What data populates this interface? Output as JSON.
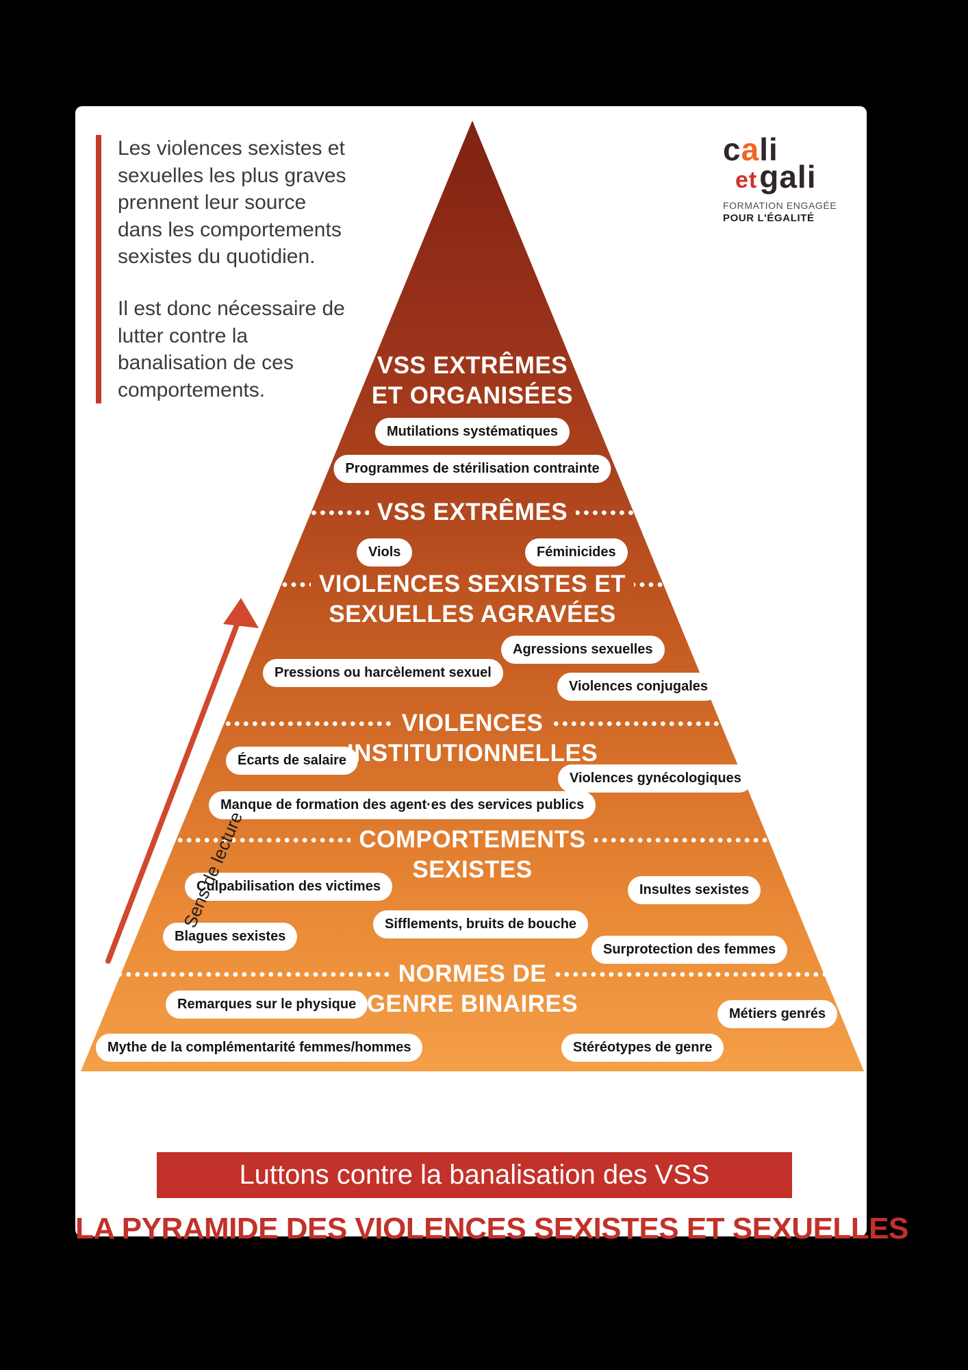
{
  "intro": {
    "paragraph1": "Les violences sexistes et sexuelles les plus graves prennent leur source dans les comportements sexistes du quotidien.",
    "paragraph2": "Il est donc nécessaire de lutter contre la banalisation de ces comportements."
  },
  "logo": {
    "part1_start": "c",
    "part1_accent": "a",
    "part1_end": "li",
    "part2_accent": "et",
    "part2": "gali",
    "tagline_line1": "FORMATION ENGAGÉE",
    "tagline_line2": "POUR L'ÉGALITÉ"
  },
  "reading_arrow": {
    "label": "Sens de lecture"
  },
  "pyramid": {
    "sections": [
      {
        "title_line1": "VSS EXTRÊMES",
        "title_line2": "ET ORGANISÉES",
        "pills": [
          "Mutilations systématiques",
          "Programmes de stérilisation contrainte"
        ]
      },
      {
        "title_line1": "VSS EXTRÊMES",
        "title_line2": "",
        "pills": [
          "Viols",
          "Féminicides"
        ]
      },
      {
        "title_line1": "VIOLENCES SEXISTES ET",
        "title_line2": "SEXUELLES AGRAVÉES",
        "pills": [
          "Agressions sexuelles",
          "Pressions ou harcèlement sexuel",
          "Violences conjugales"
        ]
      },
      {
        "title_line1": "VIOLENCES",
        "title_line2": "INSTITUTIONNELLES",
        "pills": [
          "Écarts de salaire",
          "Violences gynécologiques",
          "Manque de formation des agent·es des services publics"
        ]
      },
      {
        "title_line1": "COMPORTEMENTS",
        "title_line2": "SEXISTES",
        "pills": [
          "Culpabilisation des victimes",
          "Insultes sexistes",
          "Sifflements, bruits de bouche",
          "Blagues sexistes",
          "Surprotection des femmes"
        ]
      },
      {
        "title_line1": "NORMES DE",
        "title_line2": "GENRE BINAIRES",
        "pills": [
          "Remarques sur le physique",
          "Métiers genrés",
          "Mythe de la complémentarité femmes/hommes",
          "Stéréotypes de genre"
        ]
      }
    ]
  },
  "footer": {
    "title": "LA PYRAMIDE DES VIOLENCES SEXISTES ET SEXUELLES",
    "banner": "Luttons contre la banalisation des VSS"
  },
  "colors": {
    "accent_red": "#c2312a",
    "pyramid_top": "#7f2212",
    "pyramid_bottom": "#f49f47",
    "arrow_red": "#d0492e",
    "logo_orange": "#f26522",
    "logo_red": "#d2302b",
    "pill_bg": "#ffffff",
    "pill_text": "#141414"
  }
}
